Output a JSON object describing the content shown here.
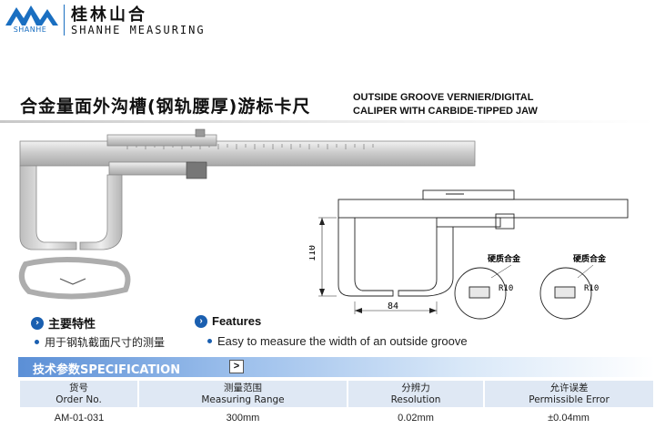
{
  "header": {
    "brand_sub": "SHANHE",
    "brand_cn": "桂林山合",
    "brand_en": "SHANHE MEASURING"
  },
  "title": {
    "cn": "合金量面外沟槽(钢轨腰厚)游标卡尺",
    "en_line1": "OUTSIDE GROOVE VERNIER/DIGITAL",
    "en_line2": "CALIPER WITH CARBIDE-TIPPED JAW"
  },
  "drawing": {
    "dim_height": "110",
    "dim_width": "84",
    "callout_left": "硬质合金",
    "callout_right": "硬质合金",
    "radius_left": "R10",
    "radius_right": "R10"
  },
  "features": {
    "cn_heading": "主要特性",
    "en_heading": "Features",
    "cn_item": "用于钢轨截面尺寸的测量",
    "en_item": "Easy to measure the width of an outside groove"
  },
  "spec": {
    "title": "技术参数SPECIFICATION",
    "arrow": ">",
    "columns": [
      {
        "cn": "货号",
        "en": "Order No."
      },
      {
        "cn": "测量范围",
        "en": "Measuring Range"
      },
      {
        "cn": "分辨力",
        "en": "Resolution"
      },
      {
        "cn": "允许误差",
        "en": "Permissible Error"
      }
    ],
    "rows": [
      [
        "AM-01-031",
        "300mm",
        "0.02mm",
        "±0.04mm"
      ]
    ]
  },
  "colors": {
    "brand_blue": "#1a6fc1",
    "accent_blue": "#1a5fb0"
  }
}
